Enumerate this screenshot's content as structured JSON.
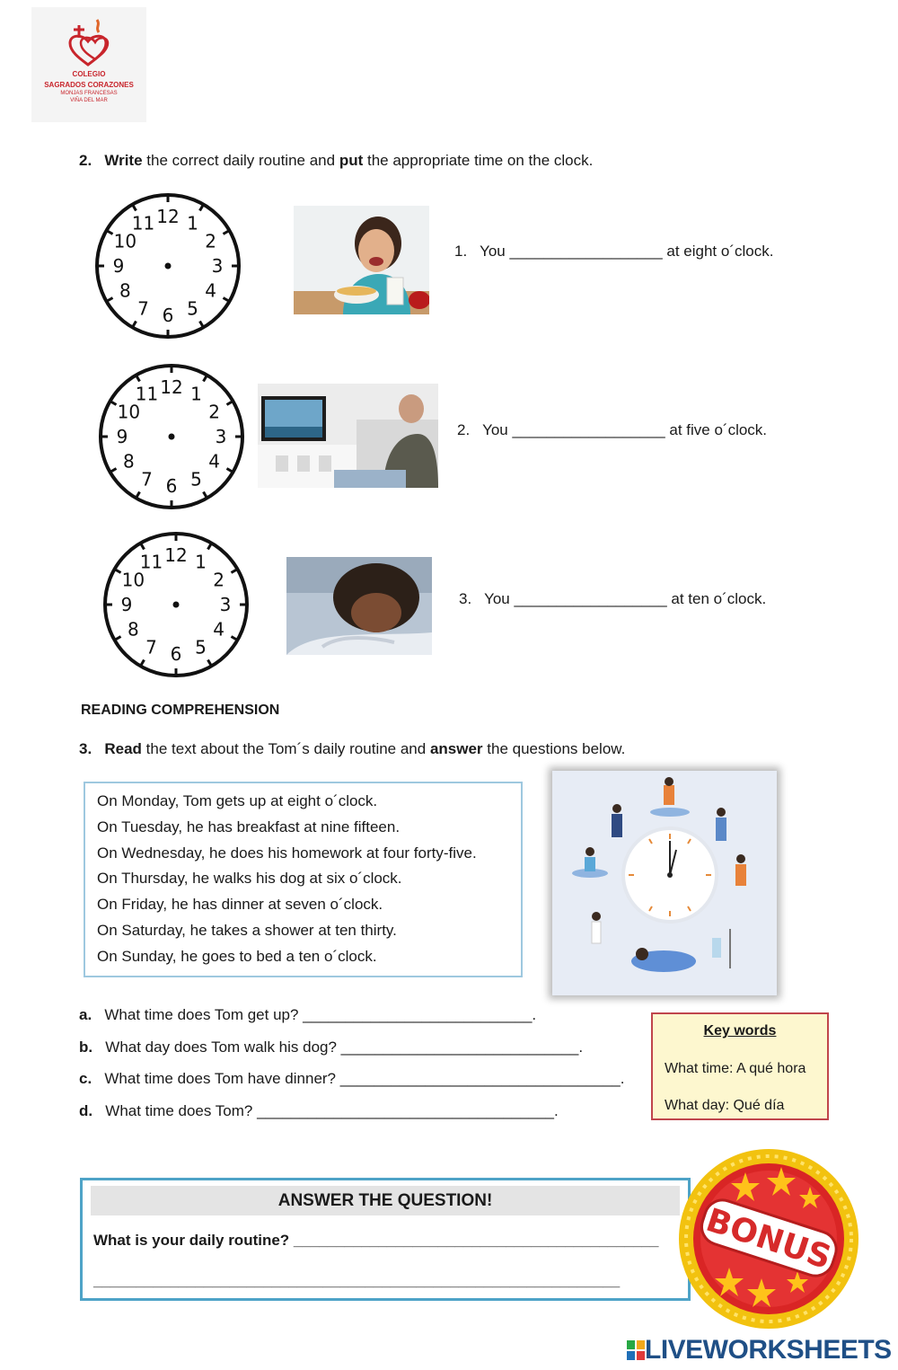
{
  "logo": {
    "line1": "COLEGIO",
    "line2": "SAGRADOS CORAZONES",
    "line3": "MONJAS FRANCESAS",
    "line4": "VIÑA DEL MAR"
  },
  "exercise2": {
    "number": "2.",
    "verb1": "Write",
    "mid": "the correct daily routine and",
    "verb2": "put",
    "rest": "the appropriate time on the clock.",
    "items": [
      {
        "num": "1.",
        "text": "You __________________ at eight o´clock."
      },
      {
        "num": "2.",
        "text": "You __________________ at five o´clock."
      },
      {
        "num": "3.",
        "text": "You __________________ at ten o´clock."
      }
    ]
  },
  "clock_numbers": [
    "12",
    "1",
    "2",
    "3",
    "4",
    "5",
    "6",
    "7",
    "8",
    "9",
    "10",
    "11"
  ],
  "reading": {
    "heading": "READING COMPREHENSION",
    "number": "3.",
    "verb1": "Read",
    "mid": "the text about the Tom´s daily routine and",
    "verb2": "answer",
    "rest": "the questions below.",
    "lines": [
      "On Monday, Tom gets up at eight o´clock.",
      "On Tuesday, he has breakfast at nine fifteen.",
      "On Wednesday, he does his homework at four forty-five.",
      "On Thursday, he walks his dog at six o´clock.",
      "On Friday, he has dinner at seven o´clock.",
      "On Saturday, he takes a shower at ten thirty.",
      "On Sunday, he goes to bed a ten o´clock."
    ]
  },
  "questions": [
    {
      "letter": "a.",
      "text": "What time does Tom get up? ___________________________."
    },
    {
      "letter": "b.",
      "text": "What day does Tom walk his dog? ____________________________."
    },
    {
      "letter": "c.",
      "text": "What time does Tom have dinner? _________________________________."
    },
    {
      "letter": "d.",
      "text": "What time does Tom? ___________________________________."
    }
  ],
  "keywords": {
    "title": "Key words",
    "line1": "What time: A qué hora",
    "line2": "What day: Qué día"
  },
  "answer": {
    "title": "ANSWER THE QUESTION!",
    "prompt": "What is your daily routine?",
    "blank1": "___________________________________________",
    "blank2": "______________________________________________________________"
  },
  "bonus": {
    "label": "BONUS"
  },
  "brand": {
    "name": "LIVEWORKSHEETS",
    "color": "#1f4f86"
  }
}
